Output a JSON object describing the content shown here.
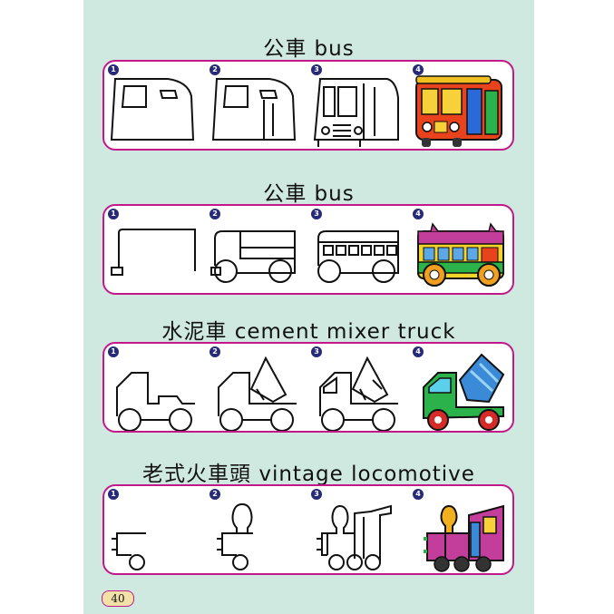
{
  "sections": [
    {
      "title": "公車  bus",
      "steps": [
        "1",
        "2",
        "3",
        "4"
      ]
    },
    {
      "title": "公車  bus",
      "steps": [
        "1",
        "2",
        "3",
        "4"
      ]
    },
    {
      "title": "水泥車  cement mixer truck",
      "steps": [
        "1",
        "2",
        "3",
        "4"
      ]
    },
    {
      "title": "老式火車頭  vintage locomotive",
      "steps": [
        "1",
        "2",
        "3",
        "4"
      ]
    }
  ],
  "page_number": "40",
  "colors": {
    "background": "#cfe9e1",
    "border": "#c2188a",
    "badge": "#262a78"
  }
}
